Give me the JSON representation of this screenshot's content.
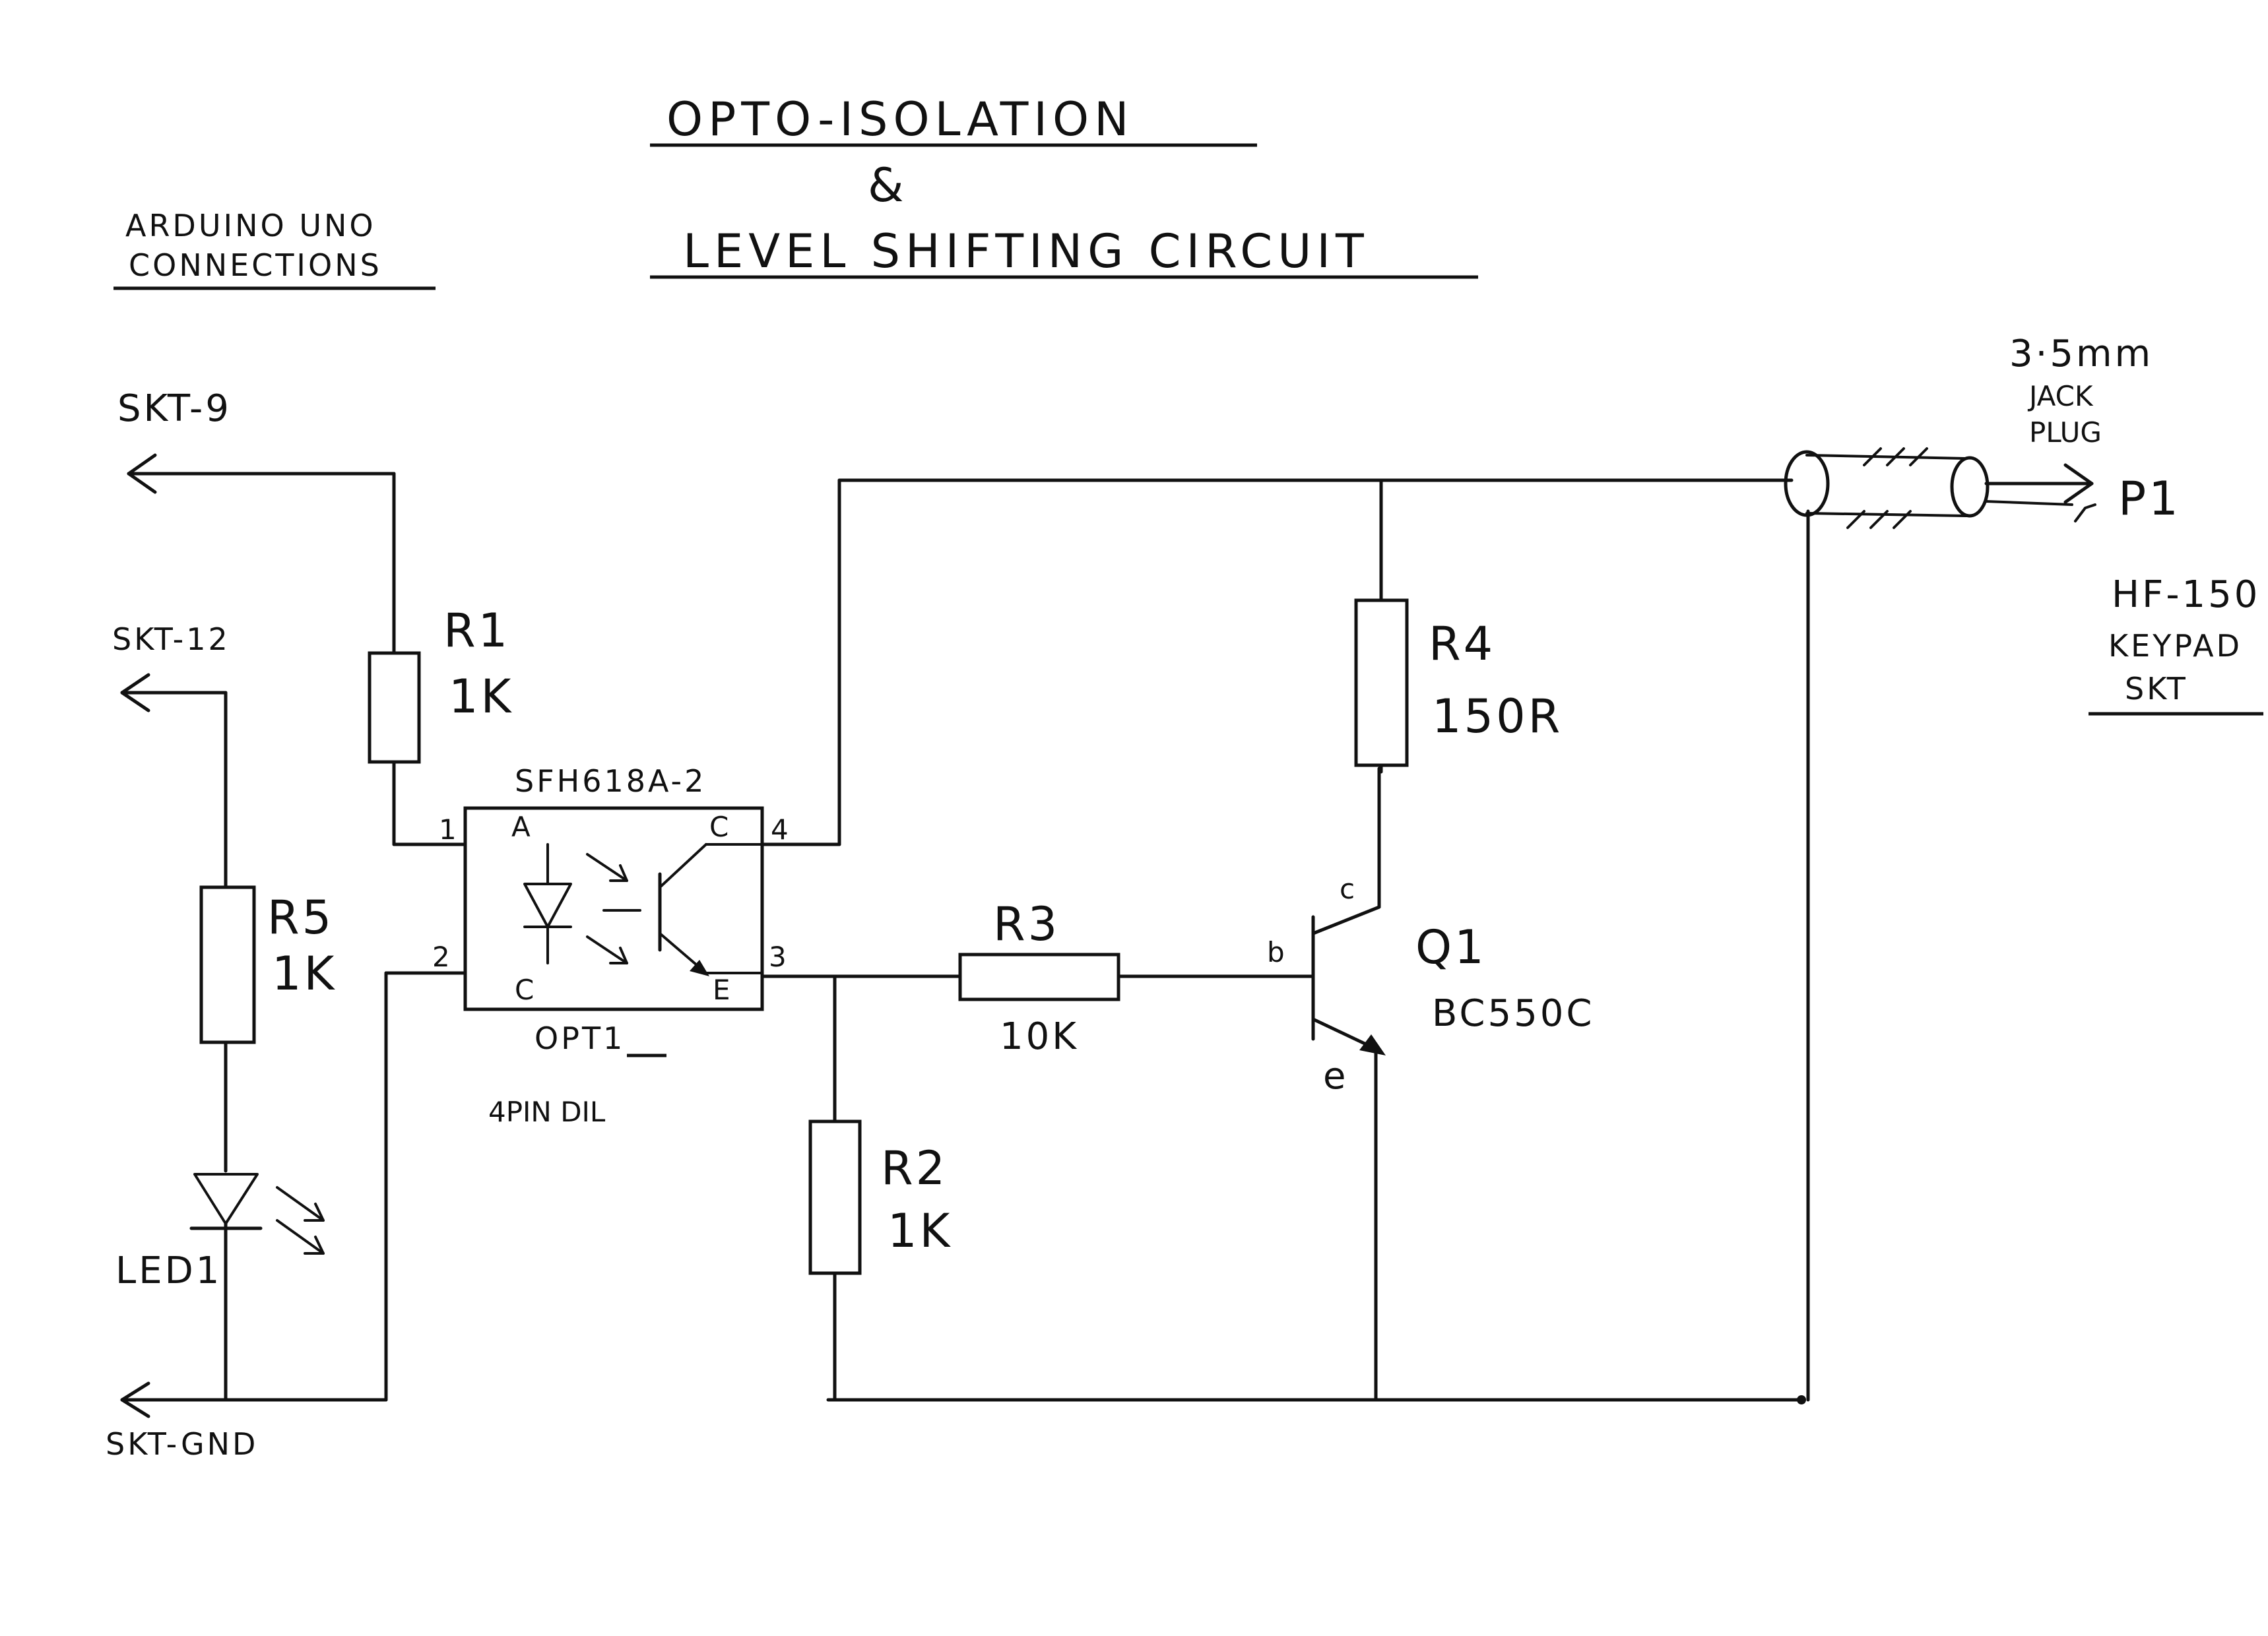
{
  "title": {
    "line1": "OPTO-ISOLATION",
    "line2": "&",
    "line3": "LEVEL SHIFTING CIRCUIT"
  },
  "arduino_label": {
    "line1": "ARDUINO UNO",
    "line2": "CONNECTIONS"
  },
  "connectors": {
    "skt9": "SKT-9",
    "skt12": "SKT-12",
    "sktgnd": "SKT-GND",
    "jack_line1": "3·5mm",
    "jack_line2": "JACK",
    "jack_line3": "PLUG",
    "p1": "P1",
    "hf_line1": "HF-150",
    "hf_line2": "KEYPAD",
    "hf_line3": "SKT"
  },
  "components": {
    "r1": {
      "ref": "R1",
      "value": "1K"
    },
    "r2": {
      "ref": "R2",
      "value": "1K"
    },
    "r3": {
      "ref": "R3",
      "value": "10K"
    },
    "r4": {
      "ref": "R4",
      "value": "150R"
    },
    "r5": {
      "ref": "R5",
      "value": "1K"
    },
    "led1": {
      "ref": "LED1"
    },
    "q1": {
      "ref": "Q1",
      "part": "BC550C",
      "pin_b": "b",
      "pin_c": "c",
      "pin_e": "e"
    },
    "opt1": {
      "part": "SFH618A-2",
      "ref": "OPT1",
      "package": "4PIN DIL",
      "pin1": "1",
      "pin2": "2",
      "pin3": "3",
      "pin4": "4",
      "label_a": "A",
      "label_k": "C",
      "label_c": "C",
      "label_e": "E"
    }
  }
}
